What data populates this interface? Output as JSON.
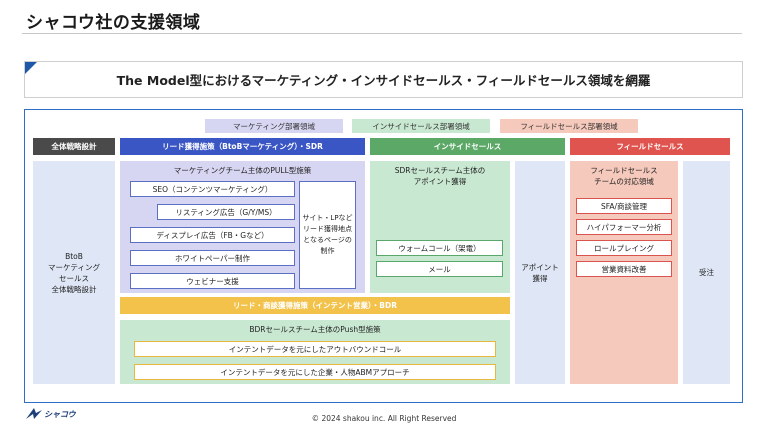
{
  "page": {
    "title": "シャコウ社の支援領域",
    "headline": "The Model型におけるマーケティング・インサイドセールス・フィールドセールス領域を網羅",
    "footer": "© 2024 shakou inc. All Right Reserved",
    "logo_text": "シャコウ"
  },
  "legend": {
    "marketing": "マーケティング部署領域",
    "inside_sales": "インサイドセールス部署領域",
    "field_sales": "フィールドセールス部署領域"
  },
  "columns": {
    "overall": "全体戦略設計",
    "lead": "リード獲得施策（BtoBマーケティング）・SDR",
    "inside": "インサイドセールス",
    "field": "フィールドセールス"
  },
  "overall_body": [
    "BtoB",
    "マーケティング",
    "セールス",
    "全体戦略設計"
  ],
  "pull": {
    "title": "マーケティングチーム主体のPULL型施策",
    "items": [
      "SEO（コンテンツマーケティング）",
      "リスティング広告（G/Y/MS）",
      "ディスプレイ広告（FB・Gなど）",
      "ホワイトペーパー制作",
      "ウェビナー支援"
    ],
    "side_box": [
      "サイト・LPなど",
      "リード獲得地点",
      "となるページの",
      "制作"
    ]
  },
  "sdr": {
    "title": [
      "SDRセールスチーム主体の",
      "アポイント獲得"
    ],
    "items": [
      "ウォームコール（架電）",
      "メール"
    ]
  },
  "appointment": [
    "アポイント",
    "獲得"
  ],
  "field_team": {
    "title": [
      "フィールドセールス",
      "チームの対応領域"
    ],
    "items": [
      "SFA/商談管理",
      "ハイパフォーマー分析",
      "ロールプレイング",
      "営業資料改善"
    ]
  },
  "order": "受注",
  "intent_bar": "リード・商談獲得施策（インテント営業）・BDR",
  "bdr": {
    "title": "BDRセールスチーム主体のPush型施策",
    "items": [
      "インテントデータを元にしたアウトバウンドコール",
      "インテントデータを元にした企業・人物ABMアプローチ"
    ]
  },
  "colors": {
    "blue_header": "#3a55c4",
    "green_header": "#5ba867",
    "red_header": "#e0544f",
    "dark_header": "#4a4a4a",
    "lavender": "#d6d5f2",
    "mint": "#c9e8d2",
    "peach": "#f5c9bb",
    "pale_blue": "#dfe7f6",
    "yellow": "#f2c24b"
  }
}
